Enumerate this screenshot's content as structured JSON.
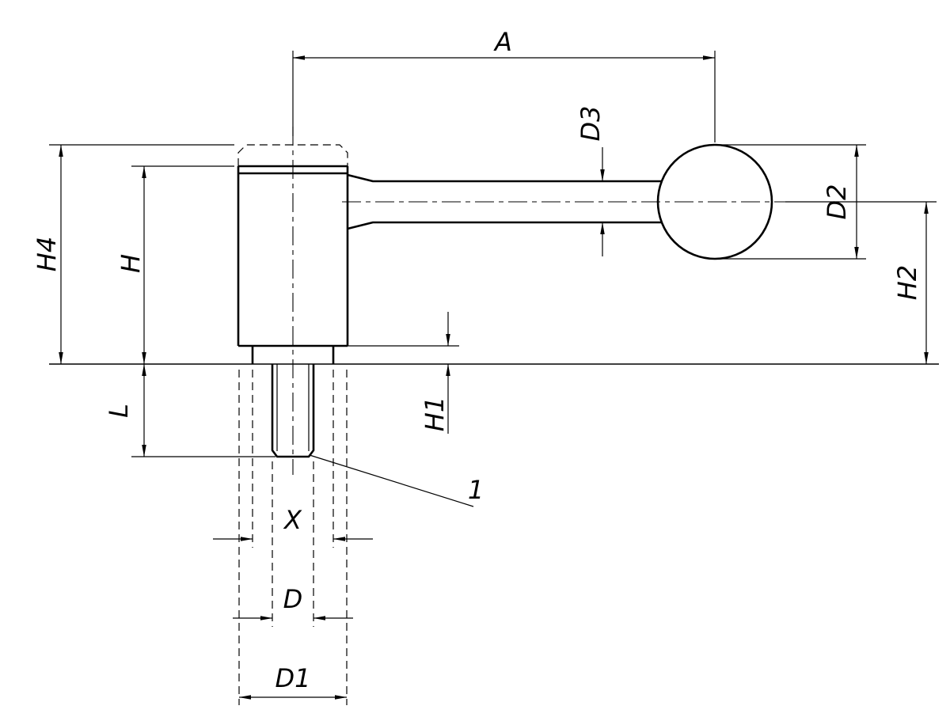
{
  "drawing": {
    "background_color": "#ffffff",
    "line_color": "#000000",
    "dimension_labels": {
      "a": "A",
      "d3": "D3",
      "d2": "D2",
      "h2": "H2",
      "h4": "H4",
      "h": "H",
      "h1": "H1",
      "l": "L",
      "x": "X",
      "d": "D",
      "d1": "D1"
    },
    "callouts": {
      "item_1": "1"
    }
  }
}
